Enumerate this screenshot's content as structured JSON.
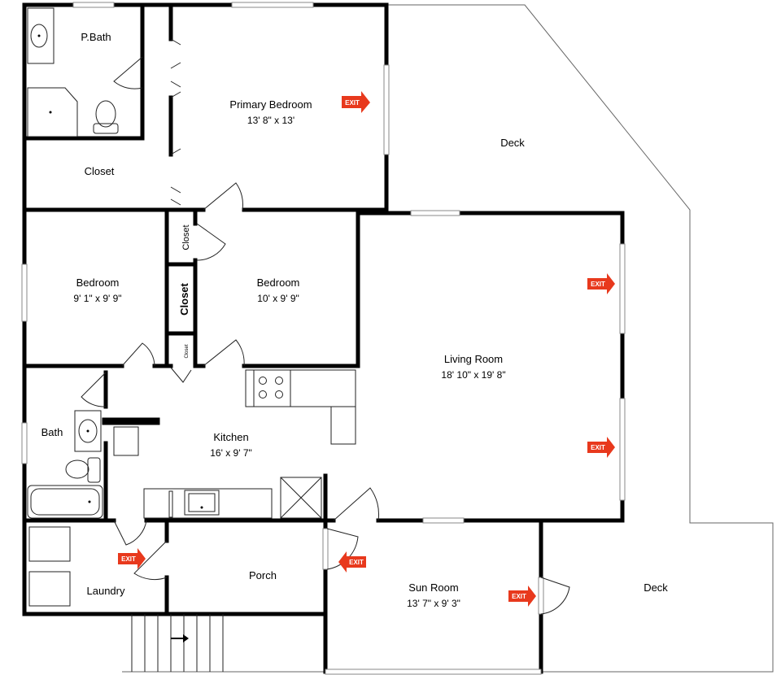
{
  "rooms": {
    "pbath": {
      "name": "P.Bath"
    },
    "primary_bedroom": {
      "name": "Primary Bedroom",
      "dim": "13' 8\" x 13'"
    },
    "deck_top": {
      "name": "Deck"
    },
    "closet_main": {
      "name": "Closet"
    },
    "bedroom_left": {
      "name": "Bedroom",
      "dim": "9' 1\" x 9' 9\""
    },
    "closet_a": {
      "name": "Closet"
    },
    "closet_b": {
      "name": "Closet"
    },
    "closet_c": {
      "name": "Closet"
    },
    "bedroom_mid": {
      "name": "Bedroom",
      "dim": "10' x 9' 9\""
    },
    "living_room": {
      "name": "Living Room",
      "dim": "18' 10\" x 19' 8\""
    },
    "bath": {
      "name": "Bath"
    },
    "kitchen": {
      "name": "Kitchen",
      "dim": "16' x 9' 7\""
    },
    "laundry": {
      "name": "Laundry"
    },
    "porch": {
      "name": "Porch"
    },
    "sun_room": {
      "name": "Sun Room",
      "dim": "13' 7\" x 9' 3\""
    },
    "deck_bottom": {
      "name": "Deck"
    }
  },
  "exit_label": "EXIT",
  "colors": {
    "exit": "#e8391d",
    "wall": "#000000"
  }
}
